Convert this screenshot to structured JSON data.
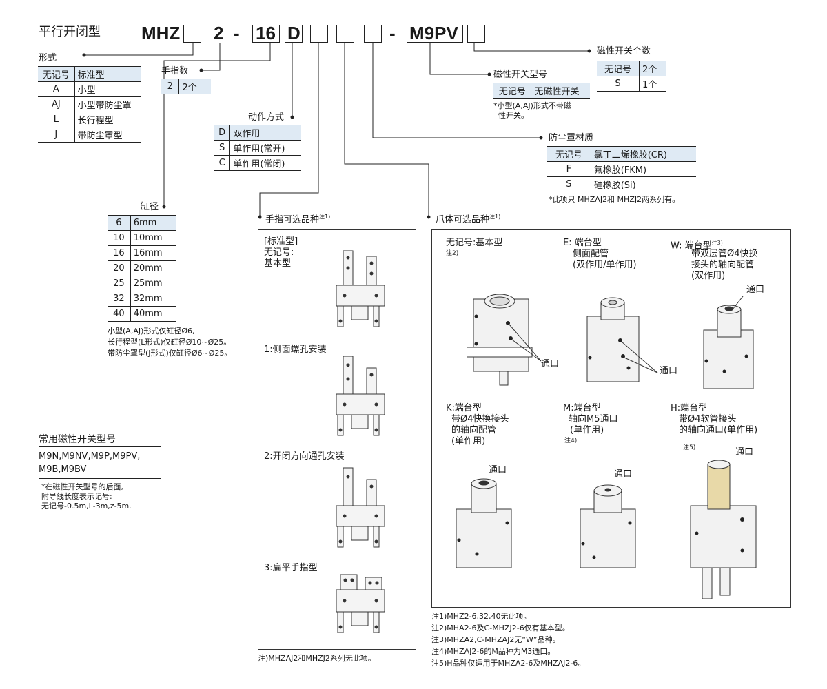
{
  "header": {
    "title": "平行开闭型",
    "code_parts": [
      "MHZ",
      "2",
      "-",
      "16",
      "D",
      "-",
      "M9PV"
    ]
  },
  "form": {
    "label": "形式",
    "rows": [
      {
        "key": "无记号",
        "value": "标准型"
      },
      {
        "key": "A",
        "value": "小型"
      },
      {
        "key": "AJ",
        "value": "小型带防尘罩"
      },
      {
        "key": "L",
        "value": "长行程型"
      },
      {
        "key": "J",
        "value": "带防尘罩型"
      }
    ]
  },
  "fingers": {
    "label": "手指数",
    "rows": [
      {
        "key": "2",
        "value": "2个"
      }
    ]
  },
  "action": {
    "label": "动作方式",
    "rows": [
      {
        "key": "D",
        "value": "双作用"
      },
      {
        "key": "S",
        "value": "单作用(常开)"
      },
      {
        "key": "C",
        "value": "单作用(常闭)"
      }
    ]
  },
  "bore": {
    "label": "缸径",
    "rows": [
      {
        "key": "6",
        "value": "6mm"
      },
      {
        "key": "10",
        "value": "10mm"
      },
      {
        "key": "16",
        "value": "16mm"
      },
      {
        "key": "20",
        "value": "20mm"
      },
      {
        "key": "25",
        "value": "25mm"
      },
      {
        "key": "32",
        "value": "32mm"
      },
      {
        "key": "40",
        "value": "40mm"
      }
    ],
    "notes": [
      "小型(A,AJ)形式仅缸径Ø6,",
      "长行程型(L形式)仅缸径Ø10~Ø25。",
      "带防尘罩型(J形式)仅缸径Ø6~Ø25。"
    ]
  },
  "switch_count": {
    "label": "磁性开关个数",
    "rows": [
      {
        "key": "无记号",
        "value": "2个"
      },
      {
        "key": "S",
        "value": "1个"
      }
    ]
  },
  "switch_model": {
    "label": "磁性开关型号",
    "rows": [
      {
        "key": "无记号",
        "value": "无磁性开关"
      }
    ],
    "notes": [
      "*小型(A,AJ)形式不带磁",
      "性开关。"
    ]
  },
  "cover": {
    "label": "防尘罩材质",
    "rows": [
      {
        "key": "无记号",
        "value": "氯丁二烯橡胶(CR)"
      },
      {
        "key": "F",
        "value": "氟橡胶(FKM)"
      },
      {
        "key": "S",
        "value": "硅橡胶(Si)"
      }
    ],
    "note": "*此项只  MHZAJ2和  MHZJ2两系列有。"
  },
  "common_switch": {
    "label": "常用磁性开关型号",
    "models_line1": "M9N,M9NV,M9P,M9PV,",
    "models_line2": "M9B,M9BV",
    "notes": [
      "*在磁性开关型号的后面,",
      "附导线长度表示记号:",
      "无记号-0.5m,L-3m,z-5m."
    ]
  },
  "finger_options": {
    "label": "手指可选品种",
    "sup": "注1)",
    "items": [
      {
        "title": "[标准型]",
        "line2": "无记号:",
        "line3": "基本型"
      },
      {
        "title": "1:侧面螺孔安装"
      },
      {
        "title": "2:开闭方向通孔安装"
      },
      {
        "title": "3:扁平手指型"
      }
    ],
    "footnote": "注)MHZAJ2和MHZJ2系列无此项。"
  },
  "body_options": {
    "label": "爪体可选品种",
    "sup": "注1)",
    "port_label": "通口",
    "items": [
      {
        "l1": "无记号:基本型",
        "l2": "注2)",
        "l3": "",
        "l4": ""
      },
      {
        "l1": "E: 端台型",
        "l2": "侧面配管",
        "l3": "(双作用/单作用)",
        "l4": ""
      },
      {
        "l1": "W: 端台型",
        "sup": "注3)",
        "l2": "带双层管Ø4快换",
        "l3": "接头的轴向配管",
        "l4": "(双作用)"
      },
      {
        "l1": "K:端台型",
        "l2": "带Ø4快换接头",
        "l3": "的轴向配管",
        "l4": "(单作用)"
      },
      {
        "l1": "M:端台型",
        "l2": "轴向M5通口",
        "l3": "(单作用)",
        "l4": "注4)"
      },
      {
        "l1": "H:端台型",
        "l2": "带Ø4软管接头",
        "l3": "的轴向通口(单作用)",
        "l4": "注5)"
      }
    ],
    "footnotes": [
      "注1)MHZ2-6,32,40无此项。",
      "注2)MHA2-6及C-MHZJ2-6仅有基本型。",
      "注3)MHZA2,C-MHZAJ2无“W”品种。",
      "注4)MHZAJ2-6的M品种为M3通口。",
      "注5)H品种仅适用于MHZA2-6及MHZAJ2-6。"
    ]
  },
  "colors": {
    "highlight": "#dfeaf4",
    "line": "#222222"
  }
}
